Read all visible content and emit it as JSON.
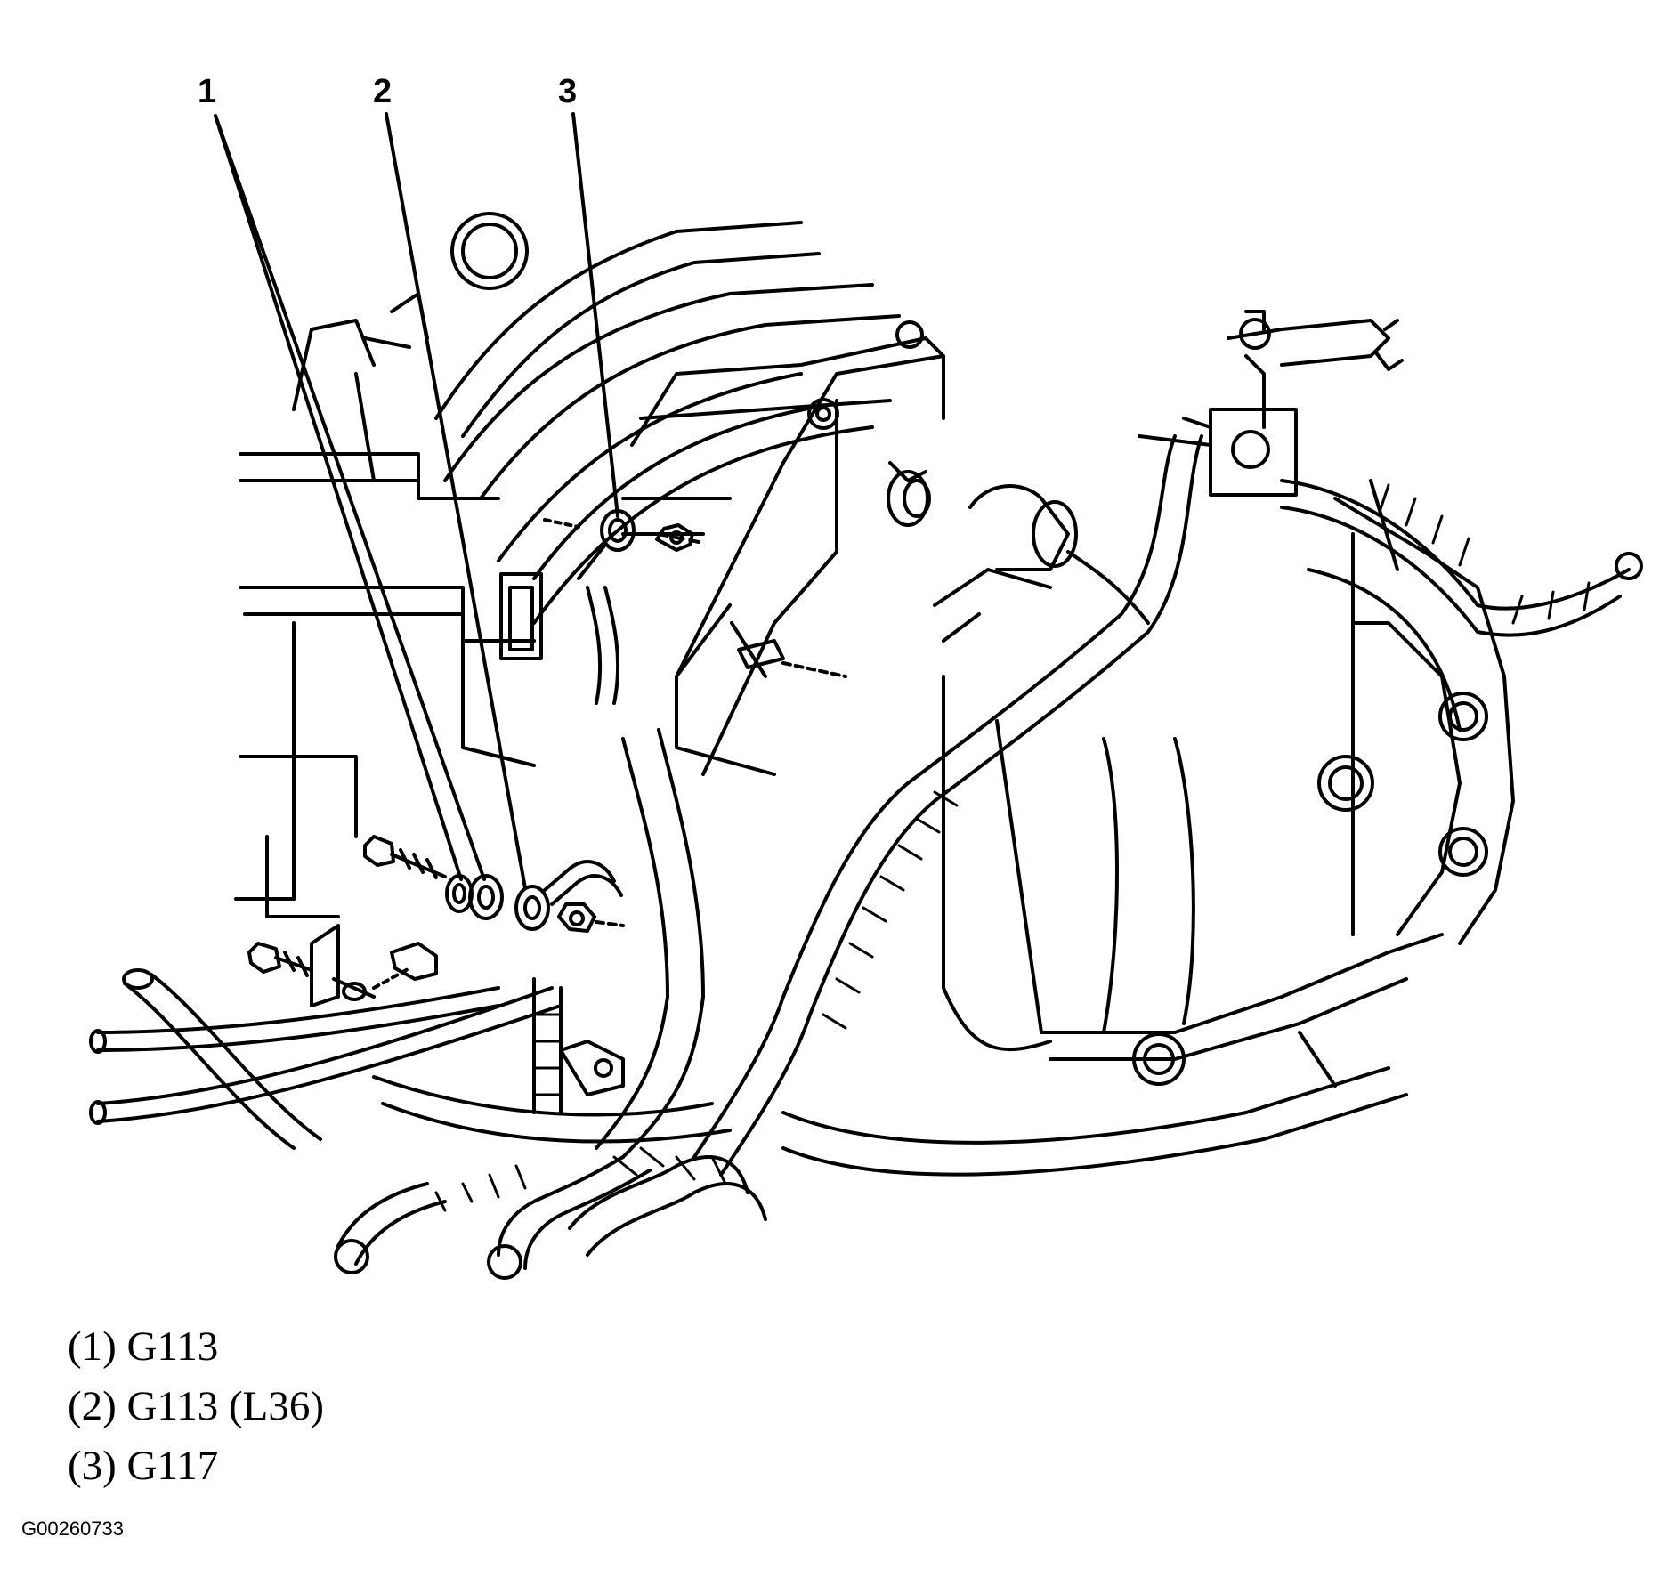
{
  "callouts": {
    "c1": "1",
    "c2": "2",
    "c3": "3"
  },
  "legend": [
    {
      "number": "(1)",
      "text": "(1) G113"
    },
    {
      "number": "(2)",
      "text": "(2) G113 (L36)"
    },
    {
      "number": "(3)",
      "text": "(3) G117"
    }
  ],
  "figure_id": "G00260733",
  "colors": {
    "ink": "#000000",
    "paper": "#ffffff"
  }
}
